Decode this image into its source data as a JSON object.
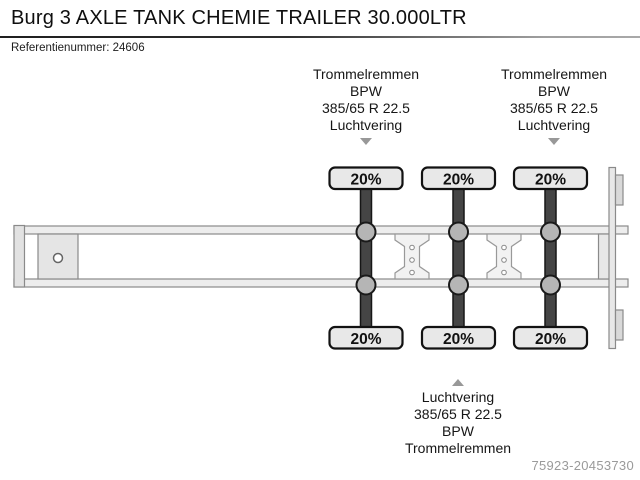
{
  "page": {
    "title": "Burg 3 AXLE TANK CHEMIE TRAILER 30.000LTR",
    "reference": "Referentienummer: 24606",
    "image_code": "75923-20453730"
  },
  "blocks": {
    "top_left": {
      "points_to": "axle-1",
      "lines": [
        "Trommelremmen",
        "BPW",
        "385/65 R 22.5",
        "Luchtvering"
      ]
    },
    "top_right": {
      "points_to": "axle-3",
      "lines": [
        "Trommelremmen",
        "BPW",
        "385/65 R 22.5",
        "Luchtvering"
      ]
    },
    "bottom": {
      "points_to": "axle-2",
      "lines": [
        "Luchtvering",
        "385/65 R 22.5",
        "BPW",
        "Trommelremmen"
      ]
    }
  },
  "axles": [
    {
      "name": "axle-1",
      "top_load": "20%",
      "bottom_load": "20%"
    },
    {
      "name": "axle-2",
      "top_load": "20%",
      "bottom_load": "20%"
    },
    {
      "name": "axle-3",
      "top_load": "20%",
      "bottom_load": "20%"
    }
  ],
  "colors": {
    "axle_bar": "#454545",
    "tyre_fill": "#e8e8e8",
    "bearing_fill": "#b5b5b5",
    "chassis_outline": "#8a8a8a",
    "chassis_fill": "#ededed",
    "arrow_gray": "#989898",
    "code_gray": "#9a9a9a"
  }
}
